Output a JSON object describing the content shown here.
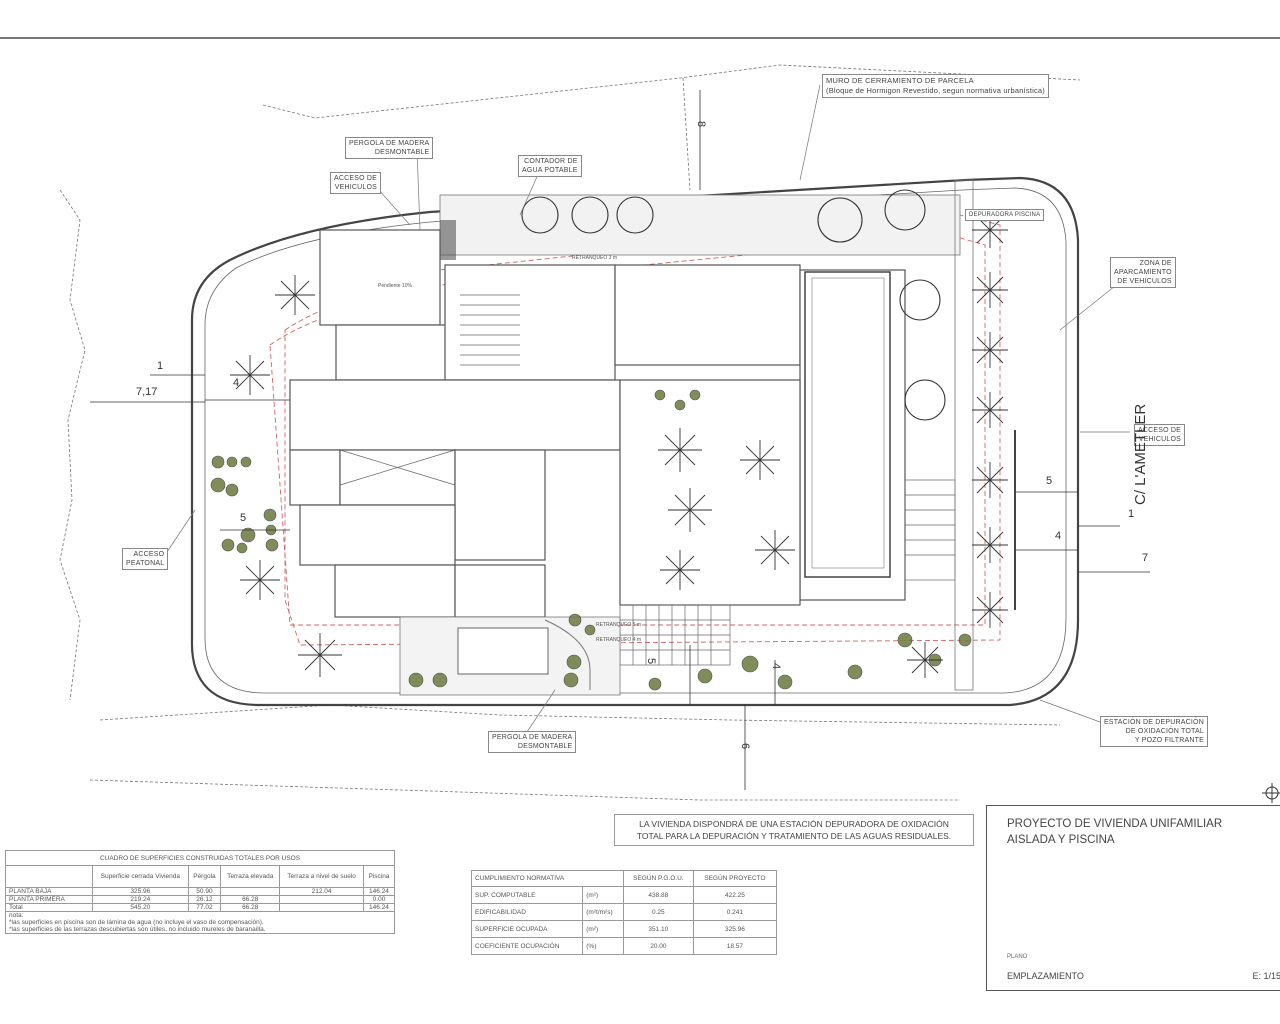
{
  "drawing": {
    "type": "site plan",
    "labels": {
      "muro_line1": "MURO DE CERRAMIENTO DE PARCELA",
      "muro_line2": "(Bloque de Hormigon Revestido, segun normativa urbanística)",
      "pergola_top_line1": "PERGOLA DE MADERA",
      "pergola_top_line2": "DESMONTABLE",
      "contador_line1": "CONTADOR DE",
      "contador_line2": "AGUA POTABLE",
      "acceso_veh_top_line1": "ACCESO DE",
      "acceso_veh_top_line2": "VEHICULOS",
      "zona_aparc_line1": "ZONA DE",
      "zona_aparc_line2": "APARCAMIENTO",
      "zona_aparc_line3": "DE VEHICULOS",
      "acceso_veh_right_line1": "ACCESO DE",
      "acceso_veh_right_line2": "VEHICULOS",
      "acceso_peatonal_line1": "ACCESO",
      "acceso_peatonal_line2": "PEATONAL",
      "pergola_bottom_line1": "PERGOLA DE MADERA",
      "pergola_bottom_line2": "DESMONTABLE",
      "estacion_line1": "ESTACIÓN DE DEPURACIÓN",
      "estacion_line2": "DE OXIDACIÓN TOTAL",
      "estacion_line3": "y POZO FILTRANTE",
      "depuradora_piscina": "DEPURADORA PISCINA",
      "pergola_mid": "PERGOLA DE MADERA",
      "pendiente": "Pendiente 10%",
      "retranqueo_3": "RETRANQUEO 3 m",
      "retranqueo_5": "RETRANQUEO 5 m",
      "retranqueo_4": "RETRANQUEO 4 m",
      "street": "C/ L'AMETLER"
    },
    "dimensions": {
      "left_1": "1",
      "left_717": "7,17",
      "left_4": "4",
      "left_5": "5",
      "top_8": "8",
      "right_5": "5",
      "right_1": "1",
      "right_4": "4",
      "right_7": "7",
      "bottom_5": "5",
      "bottom_4": "4",
      "bottom_6": "6"
    }
  },
  "note": {
    "line1": "LA VIVIENDA DISPONDRÁ DE UNA ESTACIÓN DEPURADORA DE OXIDACIÓN",
    "line2": "TOTAL PARA LA DEPURACIÓN Y TRATAMIENTO DE LAS AGUAS RESIDUALES."
  },
  "surfaces_table": {
    "title": "CUADRO DE SUPERFICIES CONSTRUIDAS TOTALES POR USOS",
    "headers": [
      "",
      "Superficie cerrada Vivienda",
      "Pérgola",
      "Terraza elevada",
      "Terraza a nivel de suelo",
      "Piscina"
    ],
    "rows": [
      [
        "PLANTA BAJA",
        "325.96",
        "50.90",
        "",
        "212.04",
        "146.24"
      ],
      [
        "PLANTA PRIMERA",
        "219.24",
        "26.12",
        "66.28",
        "",
        "0.00"
      ],
      [
        "Total",
        "545.20",
        "77.02",
        "66.28",
        "",
        "146.24"
      ]
    ],
    "notes": [
      "nota:",
      "*las superficies en piscina son de lámina de agua (no incluye el vaso de compensación).",
      "*las superficies de las terrazas descubiertas son útiles, no incluido mureles de baranailla."
    ]
  },
  "compliance_table": {
    "headers": [
      "CUMPLIMIENTO NORMATIVA",
      "SEGÚN P.G.O.U.",
      "SEGÚN PROYECTO"
    ],
    "rows": [
      [
        "SUP. COMPUTABLE",
        "(m²)",
        "438.88",
        "422.25"
      ],
      [
        "EDIFICABILIDAD",
        "(m²t/m²s)",
        "0.25",
        "0.241"
      ],
      [
        "SUPERFICIE OCUPADA",
        "(m²)",
        "351.10",
        "325.96"
      ],
      [
        "COEFICIENTE OCUPACIÓN",
        "(%)",
        "20.00",
        "18.57"
      ]
    ]
  },
  "title_block": {
    "title_line1": "PROYECTO  DE VIVIENDA UNIFAMILIAR",
    "title_line2": "AISLADA Y PISCINA",
    "plano_label": "PLANO",
    "plano": "EMPLAZAMIENTO",
    "scale": "E: 1/15"
  }
}
